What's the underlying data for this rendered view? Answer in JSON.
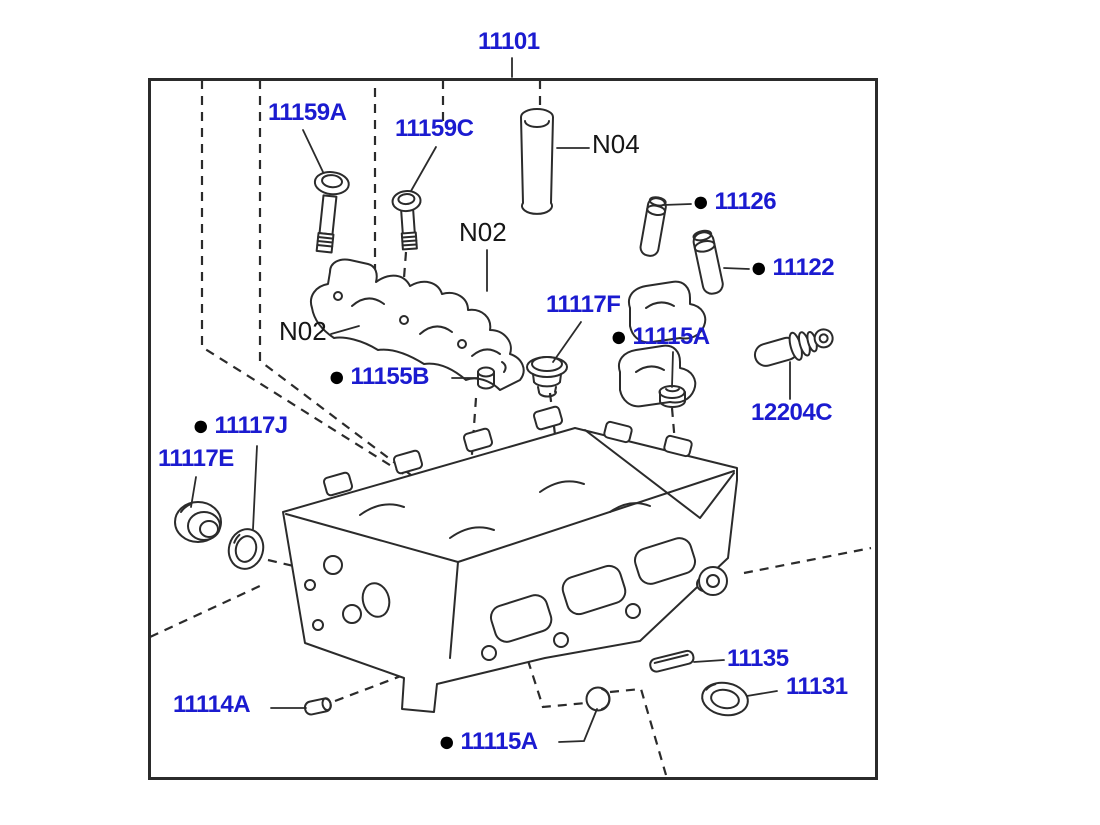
{
  "title": {
    "text": "11101"
  },
  "colors": {
    "label_blue": "#1b1bd0",
    "label_black": "#161616",
    "line": "#2b2b2b",
    "bullet": "#000000",
    "background": "#ffffff"
  },
  "icons": {
    "bullet": "●"
  },
  "callouts": [
    {
      "text": "11159A",
      "has_bullet": false,
      "color": "blue"
    },
    {
      "text": "11159C",
      "has_bullet": false,
      "color": "blue"
    },
    {
      "text": "N04",
      "has_bullet": false,
      "color": "black"
    },
    {
      "text": "11126",
      "has_bullet": true,
      "color": "blue"
    },
    {
      "text": "11122",
      "has_bullet": true,
      "color": "blue"
    },
    {
      "text": "N02",
      "has_bullet": false,
      "color": "black"
    },
    {
      "text": "11117F",
      "has_bullet": false,
      "color": "blue"
    },
    {
      "text": "11115A",
      "has_bullet": true,
      "color": "blue"
    },
    {
      "text": "N02",
      "has_bullet": false,
      "color": "black"
    },
    {
      "text": "11155B",
      "has_bullet": true,
      "color": "blue"
    },
    {
      "text": "12204C",
      "has_bullet": false,
      "color": "blue"
    },
    {
      "text": "11117J",
      "has_bullet": true,
      "color": "blue"
    },
    {
      "text": "11117E",
      "has_bullet": false,
      "color": "blue"
    },
    {
      "text": "11135",
      "has_bullet": false,
      "color": "blue"
    },
    {
      "text": "11131",
      "has_bullet": false,
      "color": "blue"
    },
    {
      "text": "11114A",
      "has_bullet": false,
      "color": "blue"
    },
    {
      "text": "11115A",
      "has_bullet": true,
      "color": "blue"
    }
  ]
}
